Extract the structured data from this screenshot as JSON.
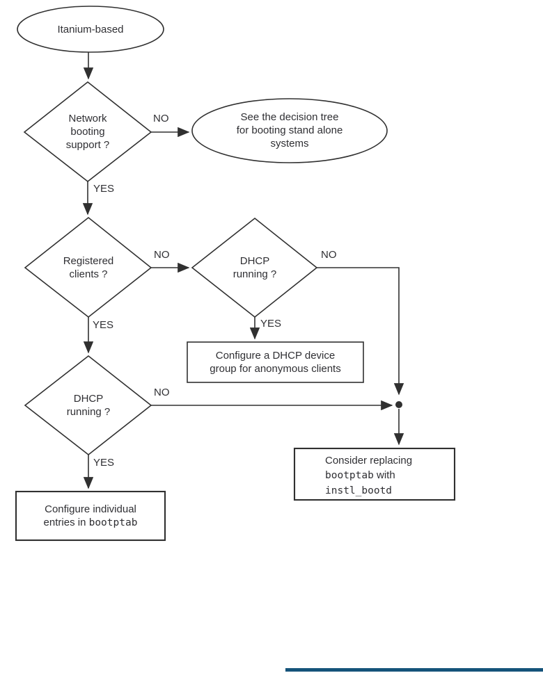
{
  "diagram": {
    "title_node": "Itanium-based",
    "labels": {
      "yes": "YES",
      "no": "NO"
    },
    "nodes": {
      "start": {
        "text": "Itanium-based"
      },
      "d_network": {
        "lines": [
          "Network",
          "booting",
          "support ?"
        ]
      },
      "e_standalone": {
        "lines": [
          "See the decision tree",
          "for booting stand alone",
          "systems"
        ]
      },
      "d_registered": {
        "lines": [
          "Registered",
          "clients ?"
        ]
      },
      "d_dhcp_right": {
        "lines": [
          "DHCP",
          "running ?"
        ]
      },
      "b_device_group": {
        "lines": [
          "Configure a DHCP device",
          "group for anonymous clients"
        ]
      },
      "d_dhcp_left": {
        "lines": [
          "DHCP",
          "running ?"
        ]
      },
      "b_individual": {
        "line1": "Configure individual",
        "line2_prefix": "entries in ",
        "line2_code": "bootptab"
      },
      "b_replace": {
        "line1": "Consider replacing",
        "line2_code": "bootptab",
        "line2_suffix": " with",
        "line3_code": "instl_bootd"
      }
    },
    "colors": {
      "line": "#303030",
      "text": "#2f2f33",
      "accent_bar": "#15537a"
    }
  }
}
